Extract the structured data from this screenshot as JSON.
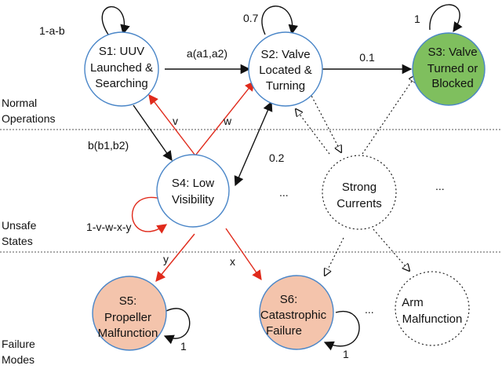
{
  "colors": {
    "node_stroke": "#4a86c8",
    "green_fill": "#7fbf5e",
    "failure_fill": "#f4c4ac",
    "red_edge": "#e02a1b",
    "black_edge": "#111111",
    "separator": "#555555"
  },
  "regions": {
    "normal": [
      "Normal",
      "Operations"
    ],
    "unsafe": [
      "Unsafe",
      "States"
    ],
    "failure": [
      "Failure",
      "Modes"
    ]
  },
  "states": {
    "s1": [
      "S1: UUV",
      "Launched &",
      "Searching"
    ],
    "s2": [
      "S2: Valve",
      "Located &",
      "Turning"
    ],
    "s3": [
      "S3: Valve",
      "Turned or",
      "Blocked"
    ],
    "s4": [
      "S4: Low",
      "Visibility"
    ],
    "strong_currents": [
      "Strong",
      "Currents"
    ],
    "s5": [
      "S5:",
      "Propeller",
      "Malfunction"
    ],
    "s6": [
      "S6:",
      "Catastrophic",
      "Failure"
    ],
    "arm": [
      "Arm",
      "Malfunction"
    ]
  },
  "edge_labels": {
    "s1_self": "1-a-b",
    "s2_self": "0.7",
    "s3_self": "1",
    "s1_s2": "a(a1,a2)",
    "s2_s3": "0.1",
    "s1_s4": "b(b1,b2)",
    "s4_s1": "v",
    "s4_s2": "w",
    "s2_s4": "0.2",
    "s4_self": "1-v-w-x-y",
    "s4_s5": "y",
    "s4_s6": "x",
    "s5_self": "1",
    "s6_self": "1"
  },
  "ellipses": {
    "unsafe_mid": "...",
    "unsafe_right": "...",
    "failure_mid": "..."
  }
}
